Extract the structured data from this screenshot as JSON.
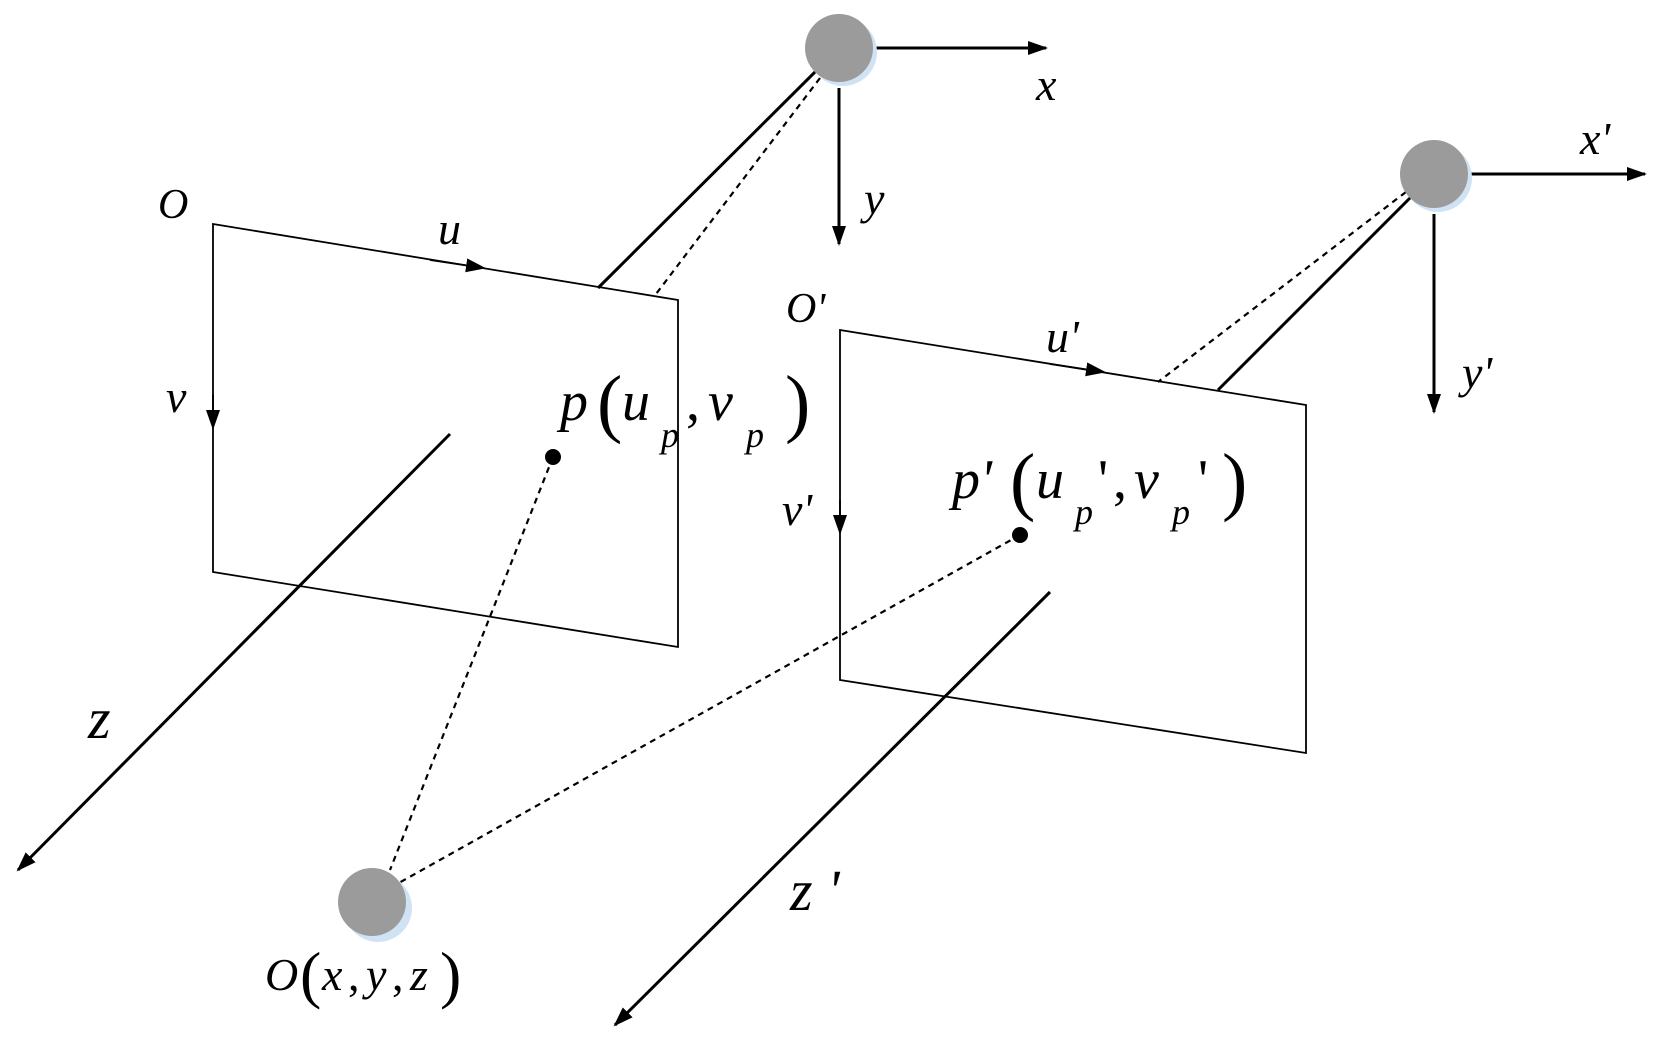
{
  "labels": {
    "left_origin": "O",
    "left_u": "u",
    "left_v": "v",
    "left_z": "z",
    "left_x": "x",
    "left_y": "y",
    "left_point": "p",
    "left_point_u": "u",
    "left_point_u_sub": "p",
    "left_point_comma": ",",
    "left_point_v": "v",
    "left_point_v_sub": "p",
    "right_origin": "O'",
    "right_u": "u'",
    "right_v": "v'",
    "right_z": "z '",
    "right_x": "x'",
    "right_y": "y'",
    "right_point": "p'",
    "right_point_u": "u",
    "right_point_u_sub": "p",
    "right_point_u_prime": "'",
    "right_point_comma": ",",
    "right_point_v": "v",
    "right_point_v_sub": "p",
    "right_point_v_prime": "'",
    "object": "O",
    "object_x": "x",
    "object_comma1": ",",
    "object_y": "y",
    "object_comma2": ",",
    "object_z": "z",
    "open_paren": "(",
    "close_paren": ")"
  },
  "colors": {
    "camera_fill": "#9b9b9b",
    "camera_shadow": "#cfe3f5",
    "line": "#000000"
  }
}
